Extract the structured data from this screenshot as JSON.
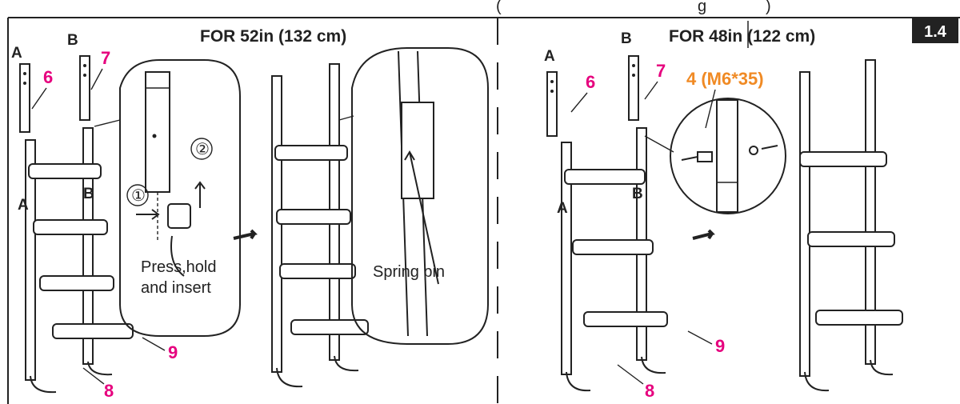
{
  "header": {
    "partial_top_text": "(",
    "partial_top_text_2": "g",
    "partial_top_text_3": ")"
  },
  "step_badge": "1.4",
  "left_panel": {
    "title": "FOR 52in (132 cm)",
    "labels": {
      "A_top": "A",
      "B_top": "B",
      "A_mid": "A",
      "B_mid": "B"
    },
    "parts": {
      "p6": "6",
      "p7": "7",
      "p8": "8",
      "p9": "9"
    },
    "steps": {
      "s1": "①",
      "s2": "②"
    },
    "instruction_line1": "Press,hold",
    "instruction_line2": "and insert",
    "spring_pin_label": "Spring pin"
  },
  "right_panel": {
    "title": "FOR 48in (122 cm)",
    "labels": {
      "A_top": "A",
      "B_top": "B",
      "A_mid": "A",
      "B_mid": "B"
    },
    "parts": {
      "p6": "6",
      "p7": "7",
      "p8": "8",
      "p9": "9"
    },
    "bolt_label": "4 (M6*35)"
  },
  "colors": {
    "part_number": "#e6007e",
    "bolt_label": "#f08a24",
    "badge_bg": "#222222",
    "badge_text": "#ffffff",
    "line": "#222222"
  }
}
